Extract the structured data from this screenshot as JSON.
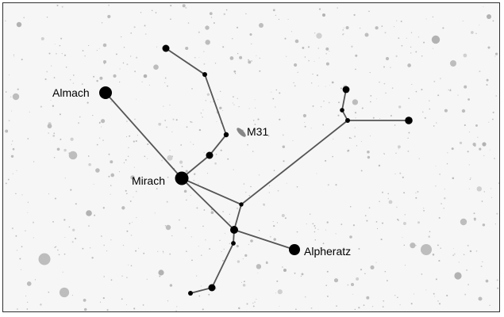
{
  "chart": {
    "labels": {
      "almach": "Almach",
      "mirach": "Mirach",
      "alpheratz": "Alpheratz",
      "m31": "M31"
    },
    "colors": {
      "background": "#f6f6f6",
      "border": "#2f2f2f",
      "constellation_line": "#555555",
      "star": "#000000",
      "field_star_dark": "#b8b8b8",
      "field_star_light": "#d6d6d6",
      "galaxy": "#777777"
    },
    "icons": {
      "star_marker": "filled-circle",
      "galaxy_marker": "ellipse"
    }
  }
}
